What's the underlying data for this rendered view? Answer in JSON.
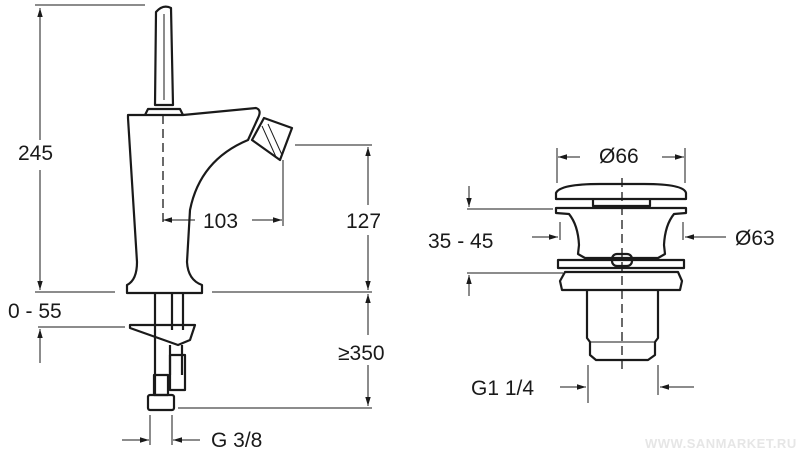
{
  "faucet": {
    "height_total": "245",
    "spout_reach": "103",
    "spout_height": "127",
    "deck_thickness": "0 - 55",
    "hose_length": "≥350",
    "connection": "G 3/8"
  },
  "drain": {
    "cap_diameter": "Ø66",
    "body_diameter": "Ø63",
    "basin_thickness": "35 - 45",
    "thread": "G1 1/4"
  },
  "watermark": "WWW.SANMARKET.RU"
}
